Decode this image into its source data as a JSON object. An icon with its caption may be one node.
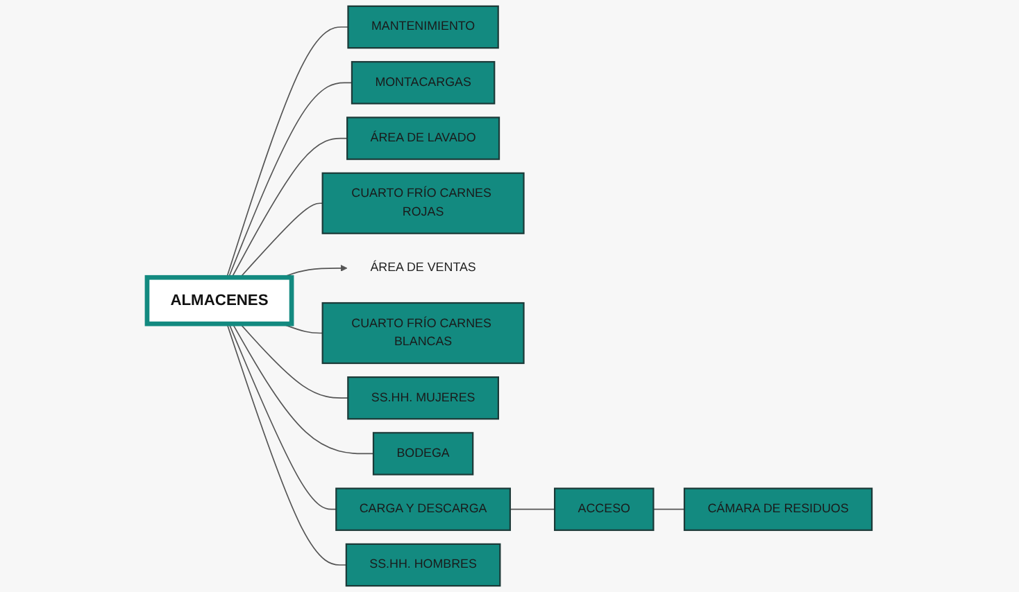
{
  "diagram": {
    "nodes": [
      {
        "text": [
          "MANTENIMIENTO"
        ]
      },
      {
        "text": [
          "MONTACARGAS"
        ]
      },
      {
        "text": [
          "ÁREA DE LAVADO"
        ]
      },
      {
        "text": [
          "CUARTO FRÍO CARNES ROJAS"
        ]
      },
      {
        "text": [
          "ÁREA DE VENTAS"
        ]
      },
      {
        "text": [
          "ALMACENES"
        ]
      },
      {
        "text": [
          "CUARTO FRÍO CARNES BLANCAS"
        ]
      },
      {
        "text": [
          "SS.HH. MUJERES"
        ]
      },
      {
        "text": [
          "BODEGA"
        ]
      },
      {
        "text": [
          "CARGA Y DESCARGA"
        ]
      },
      {
        "text": [
          "SS.HH. HOMBRES"
        ]
      },
      {
        "text": [
          "ACCESO"
        ]
      },
      {
        "text": [
          "CÁMARA DE RESIDUOS"
        ]
      }
    ],
    "edges": [
      {
        "from": 5,
        "to": 0,
        "arrow": "none"
      },
      {
        "from": 5,
        "to": 1,
        "arrow": "none"
      },
      {
        "from": 5,
        "to": 2,
        "arrow": "none"
      },
      {
        "from": 5,
        "to": 3,
        "arrow": "none"
      },
      {
        "from": 5,
        "to": 4,
        "arrow": "to"
      },
      {
        "from": 5,
        "to": 6,
        "arrow": "none"
      },
      {
        "from": 5,
        "to": 7,
        "arrow": "none"
      },
      {
        "from": 5,
        "to": 8,
        "arrow": "none"
      },
      {
        "from": 5,
        "to": 9,
        "arrow": "none"
      },
      {
        "from": 5,
        "to": 10,
        "arrow": "none"
      },
      {
        "from": 9,
        "to": 11,
        "arrow": "none"
      },
      {
        "from": 11,
        "to": 12,
        "arrow": "none"
      }
    ]
  }
}
